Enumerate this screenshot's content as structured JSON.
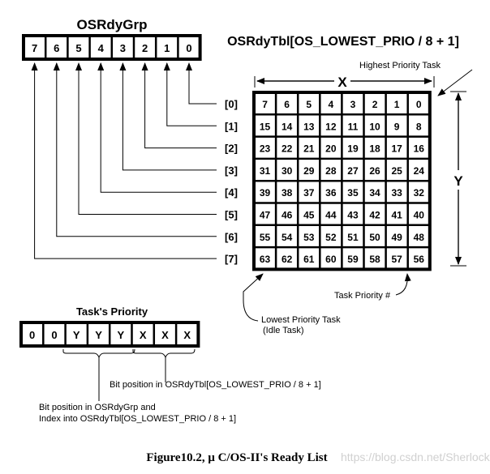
{
  "grp": {
    "title": "OSRdyGrp",
    "bits": [
      "7",
      "6",
      "5",
      "4",
      "3",
      "2",
      "1",
      "0"
    ]
  },
  "tbl": {
    "title": "OSRdyTbl[OS_LOWEST_PRIO / 8 + 1]",
    "row_labels": [
      "[0]",
      "[1]",
      "[2]",
      "[3]",
      "[4]",
      "[5]",
      "[6]",
      "[7]"
    ],
    "cells": [
      [
        "7",
        "6",
        "5",
        "4",
        "3",
        "2",
        "1",
        "0"
      ],
      [
        "15",
        "14",
        "13",
        "12",
        "11",
        "10",
        "9",
        "8"
      ],
      [
        "23",
        "22",
        "21",
        "20",
        "19",
        "18",
        "17",
        "16"
      ],
      [
        "31",
        "30",
        "29",
        "28",
        "27",
        "26",
        "25",
        "24"
      ],
      [
        "39",
        "38",
        "37",
        "36",
        "35",
        "34",
        "33",
        "32"
      ],
      [
        "47",
        "46",
        "45",
        "44",
        "43",
        "42",
        "41",
        "40"
      ],
      [
        "55",
        "54",
        "53",
        "52",
        "51",
        "50",
        "49",
        "48"
      ],
      [
        "63",
        "62",
        "61",
        "60",
        "59",
        "58",
        "57",
        "56"
      ]
    ],
    "x_label": "X",
    "y_label": "Y"
  },
  "labels": {
    "highest": "Highest Priority Task",
    "task_prio_num": "Task Priority #",
    "lowest_line1": "Lowest Priority Task",
    "lowest_line2": "(Idle Task)"
  },
  "prio": {
    "title": "Task's Priority",
    "bits": [
      "0",
      "0",
      "Y",
      "Y",
      "Y",
      "X",
      "X",
      "X"
    ],
    "x_bits_desc": "Bit position in OSRdyTbl[OS_LOWEST_PRIO / 8 + 1]",
    "y_bits_desc_line1": "Bit position in OSRdyGrp and",
    "y_bits_desc_line2": "Index into OSRdyTbl[OS_LOWEST_PRIO / 8 + 1]"
  },
  "caption": "Figure10.2, μ C/OS-II's Ready List",
  "watermark": "https://blog.csdn.net/SherlockHolmess"
}
